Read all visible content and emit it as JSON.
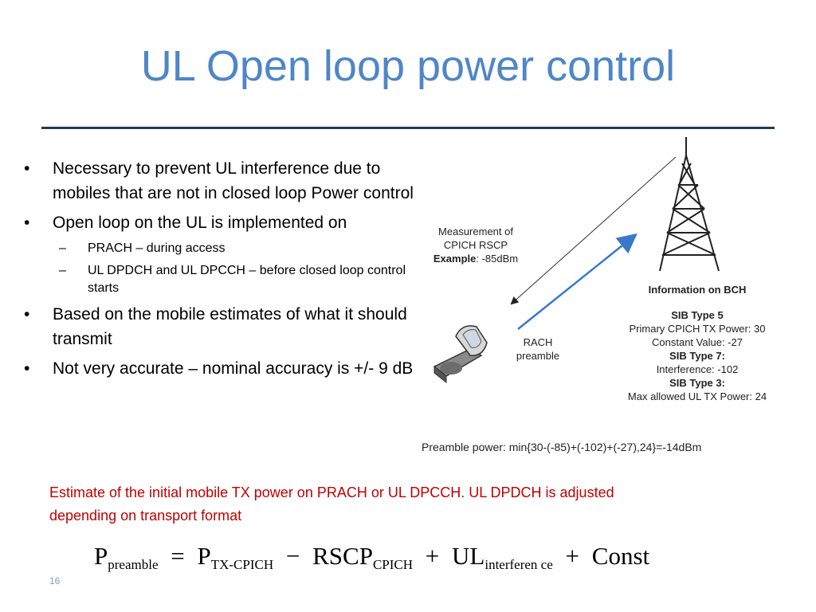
{
  "title": "UL Open loop power control",
  "bullets": [
    {
      "text": "Necessary to prevent UL interference due to mobiles that are not in closed loop Power control"
    },
    {
      "text": "Open loop on the UL is implemented on",
      "sub": [
        "PRACH – during access",
        "UL DPDCH and UL DPCCH – before closed loop control starts"
      ]
    },
    {
      "text": "Based on the mobile estimates of what it should transmit"
    },
    {
      "text": "Not very accurate – nominal accuracy is +/- 9 dB"
    }
  ],
  "bullet_symbol": "•",
  "dash_symbol": "–",
  "figure": {
    "measurement": {
      "line1": "Measurement of",
      "line2": "CPICH RSCP",
      "example_label": "Example",
      "example_value": ": -85dBm"
    },
    "rach": {
      "line1": "RACH",
      "line2": "preamble"
    },
    "bch": {
      "heading": "Information on BCH",
      "sib5": "SIB Type 5",
      "cpich_power": "Primary CPICH TX Power: 30",
      "constant": "Constant Value: -27",
      "sib7": "SIB Type 7:",
      "interference": "Interference: -102",
      "sib3": "SIB Type 3:",
      "max_power": "Max allowed UL TX Power: 24"
    },
    "preamble_power": "Preamble power: min{30-(-85)+(-102)+(-27),24}=-14dBm",
    "arrow_color": "#3a78c9"
  },
  "note": "Estimate of the initial mobile TX power on PRACH or UL DPCCH.  UL DPDCH is adjusted depending on transport format",
  "equation": {
    "p": "P",
    "p_sub": "preamble",
    "eq": "=",
    "p2": "P",
    "p2_sub": "TX-CPICH",
    "minus": "−",
    "rscp": "RSCP",
    "rscp_sub": "CPICH",
    "plus1": "+",
    "ul": "UL",
    "ul_sub": "interferen ce",
    "plus2": "+",
    "const": "Const"
  },
  "page_number": "16",
  "colors": {
    "title": "#4f86c6",
    "rule": "#1f3a5f",
    "note": "#c00000"
  }
}
